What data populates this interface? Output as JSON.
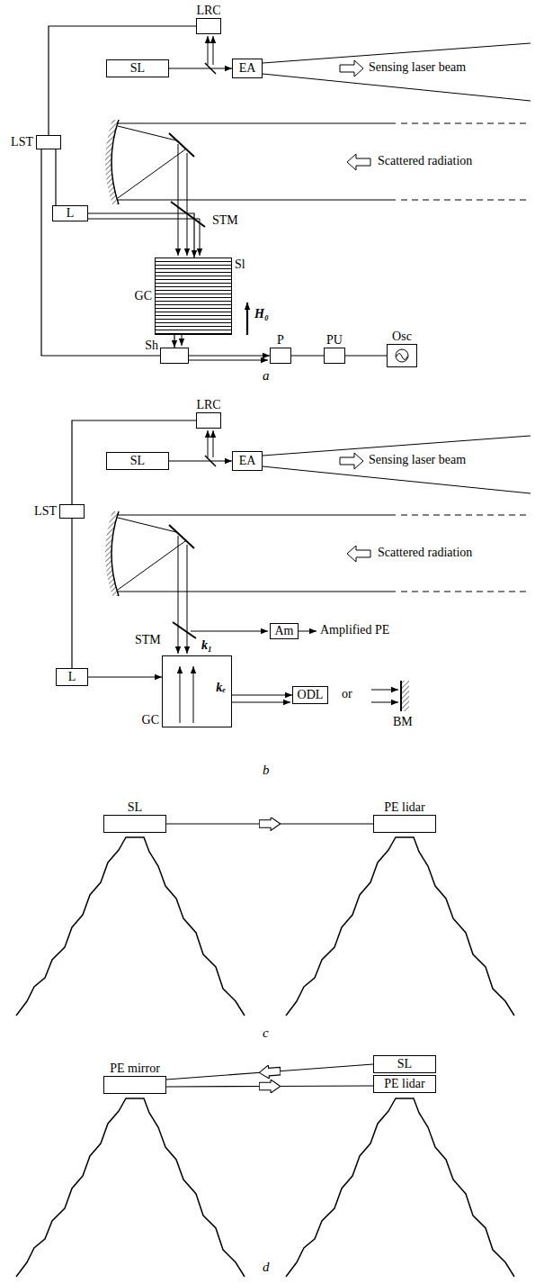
{
  "diagram": {
    "nodes": [
      {
        "text": [
          "LRC"
        ]
      },
      {
        "text": [
          "SL"
        ]
      },
      {
        "text": [
          "EA"
        ]
      },
      {
        "text": [
          "LST"
        ]
      },
      {
        "text": [
          "L"
        ]
      },
      {
        "text": [
          "GC",
          "Sl"
        ]
      },
      {
        "text": [
          "Sh"
        ]
      },
      {
        "text": [
          "P"
        ]
      },
      {
        "text": [
          "PU"
        ]
      },
      {
        "text": [
          "Osc"
        ]
      },
      {
        "text": [
          "LRC"
        ]
      },
      {
        "text": [
          "SL"
        ]
      },
      {
        "text": [
          "EA"
        ]
      },
      {
        "text": [
          "LST"
        ]
      },
      {
        "text": [
          "L"
        ]
      },
      {
        "text": [
          "GC",
          "kₑ"
        ]
      },
      {
        "text": [
          "Am"
        ]
      },
      {
        "text": [
          "ODL"
        ]
      },
      {
        "text": [
          "SL"
        ]
      },
      {
        "text": [
          "PE lidar"
        ]
      },
      {
        "text": [
          "PE mirror"
        ]
      },
      {
        "text": [
          "SL"
        ]
      },
      {
        "text": [
          "PE lidar"
        ]
      }
    ],
    "edges": [
      {
        "from": 0,
        "to": 3,
        "arrow": "none"
      },
      {
        "from": 3,
        "to": 4,
        "arrow": "none"
      },
      {
        "from": 3,
        "to": 6,
        "arrow": "none"
      },
      {
        "from": 1,
        "to": 2,
        "arrow": "to"
      },
      {
        "from": 4,
        "to": 5,
        "arrow": "to"
      },
      {
        "from": 5,
        "to": 6,
        "arrow": "to"
      },
      {
        "from": 6,
        "to": 7,
        "arrow": "to"
      },
      {
        "from": 7,
        "to": 8,
        "arrow": "none"
      },
      {
        "from": 8,
        "to": 9,
        "arrow": "none"
      },
      {
        "from": 10,
        "to": 13,
        "arrow": "none"
      },
      {
        "from": 13,
        "to": 14,
        "arrow": "none"
      },
      {
        "from": 11,
        "to": 12,
        "arrow": "to"
      },
      {
        "from": 14,
        "to": 15,
        "arrow": "to"
      },
      {
        "from": 15,
        "to": 17,
        "arrow": "to"
      },
      {
        "from": 18,
        "to": 19,
        "arrow": "to"
      },
      {
        "from": 21,
        "to": 20,
        "arrow": "to"
      },
      {
        "from": 20,
        "to": 22,
        "arrow": "to"
      }
    ],
    "labels": [
      "Sensing laser beam",
      "Scattered radiation",
      "STM",
      "H₀",
      "a",
      "Sensing laser beam",
      "Scattered radiation",
      "STM",
      "k₁",
      "Amplified PE",
      "or",
      "BM",
      "b",
      "c",
      "d"
    ]
  }
}
